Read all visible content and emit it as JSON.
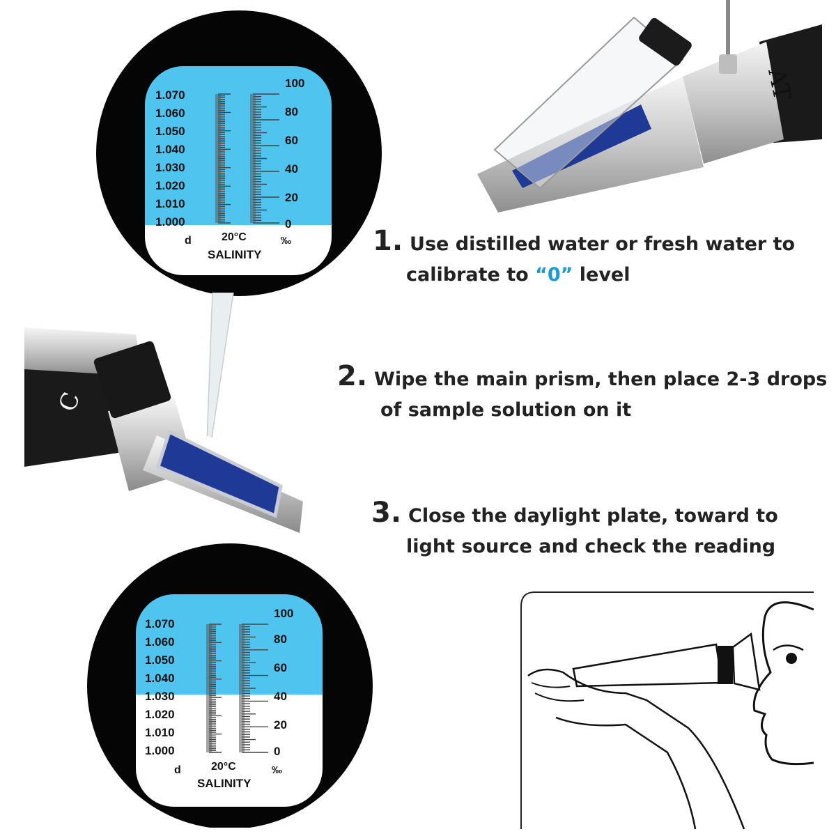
{
  "steps": [
    {
      "number": "1.",
      "line1": "Use distilled water or fresh water to",
      "line2_pre": "calibrate to ",
      "line2_highlight": "“0”",
      "line2_post": " level"
    },
    {
      "number": "2.",
      "line1": "Wipe the main prism, then place 2-3 drops",
      "line2": "of sample solution on it"
    },
    {
      "number": "3.",
      "line1": "Close the daylight plate, toward to",
      "line2": "light source and check the reading"
    }
  ],
  "scale_top": {
    "sg_labels": [
      "1.070",
      "1.060",
      "1.050",
      "1.040",
      "1.030",
      "1.020",
      "1.010",
      "1.000"
    ],
    "ppt_labels": [
      "100",
      "80",
      "60",
      "40",
      "20",
      "0"
    ],
    "unit_d": "d",
    "temp": "20°C",
    "unit_ppt": "‰",
    "name": "SALINITY",
    "reading_ppt": 0
  },
  "scale_bottom": {
    "sg_labels": [
      "1.070",
      "1.060",
      "1.050",
      "1.040",
      "1.030",
      "1.020",
      "1.010",
      "1.000"
    ],
    "ppt_labels": [
      "100",
      "80",
      "60",
      "40",
      "20",
      "0"
    ],
    "unit_d": "d",
    "temp": "20°C",
    "unit_ppt": "‰",
    "name": "SALINITY",
    "reading_ppt": 40
  },
  "device_text": {
    "atc_top": "AT",
    "atc_mid": "C"
  },
  "colors": {
    "scale_blue": "#4fc4ee",
    "highlight": "#1a9ad6",
    "prism_blue": "#1e3a96"
  }
}
